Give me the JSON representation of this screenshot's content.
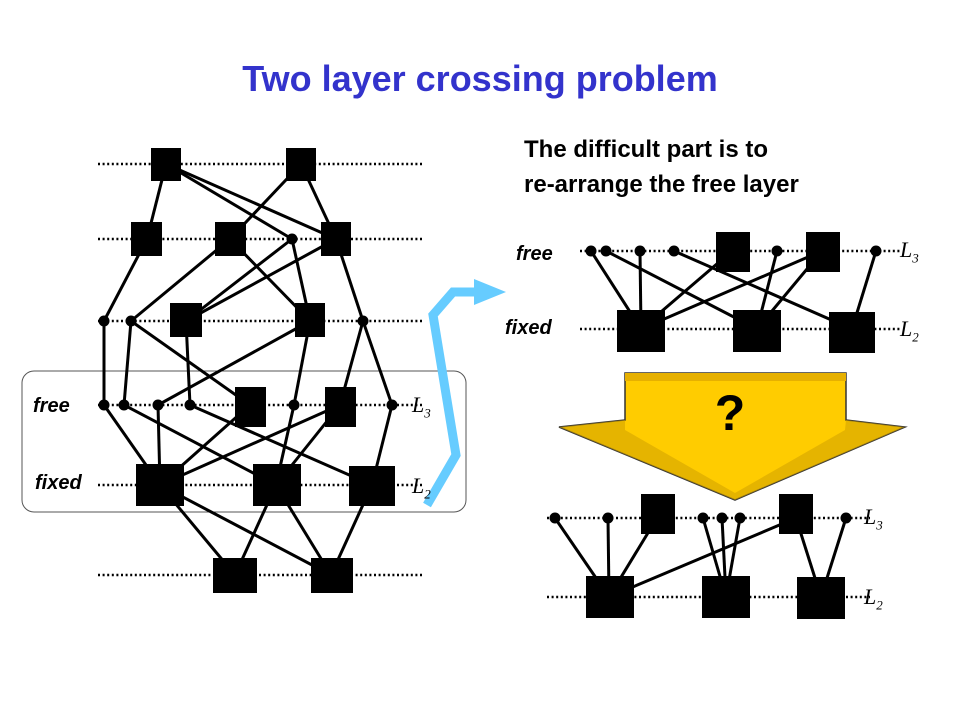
{
  "title": "Two layer crossing problem",
  "subtitle": {
    "line1": "The difficult part is to",
    "line2": "re-arrange the free layer"
  },
  "labels": {
    "free": "free",
    "fixed": "fixed",
    "question": "?"
  },
  "layer_names": {
    "l3": {
      "letter": "L",
      "index": "3"
    },
    "l2": {
      "letter": "L",
      "index": "2"
    }
  },
  "colors": {
    "title": "#3333cc",
    "arrow": "#66ccff",
    "down_arrow": "#ffcc00",
    "nodes": "#000000"
  }
}
